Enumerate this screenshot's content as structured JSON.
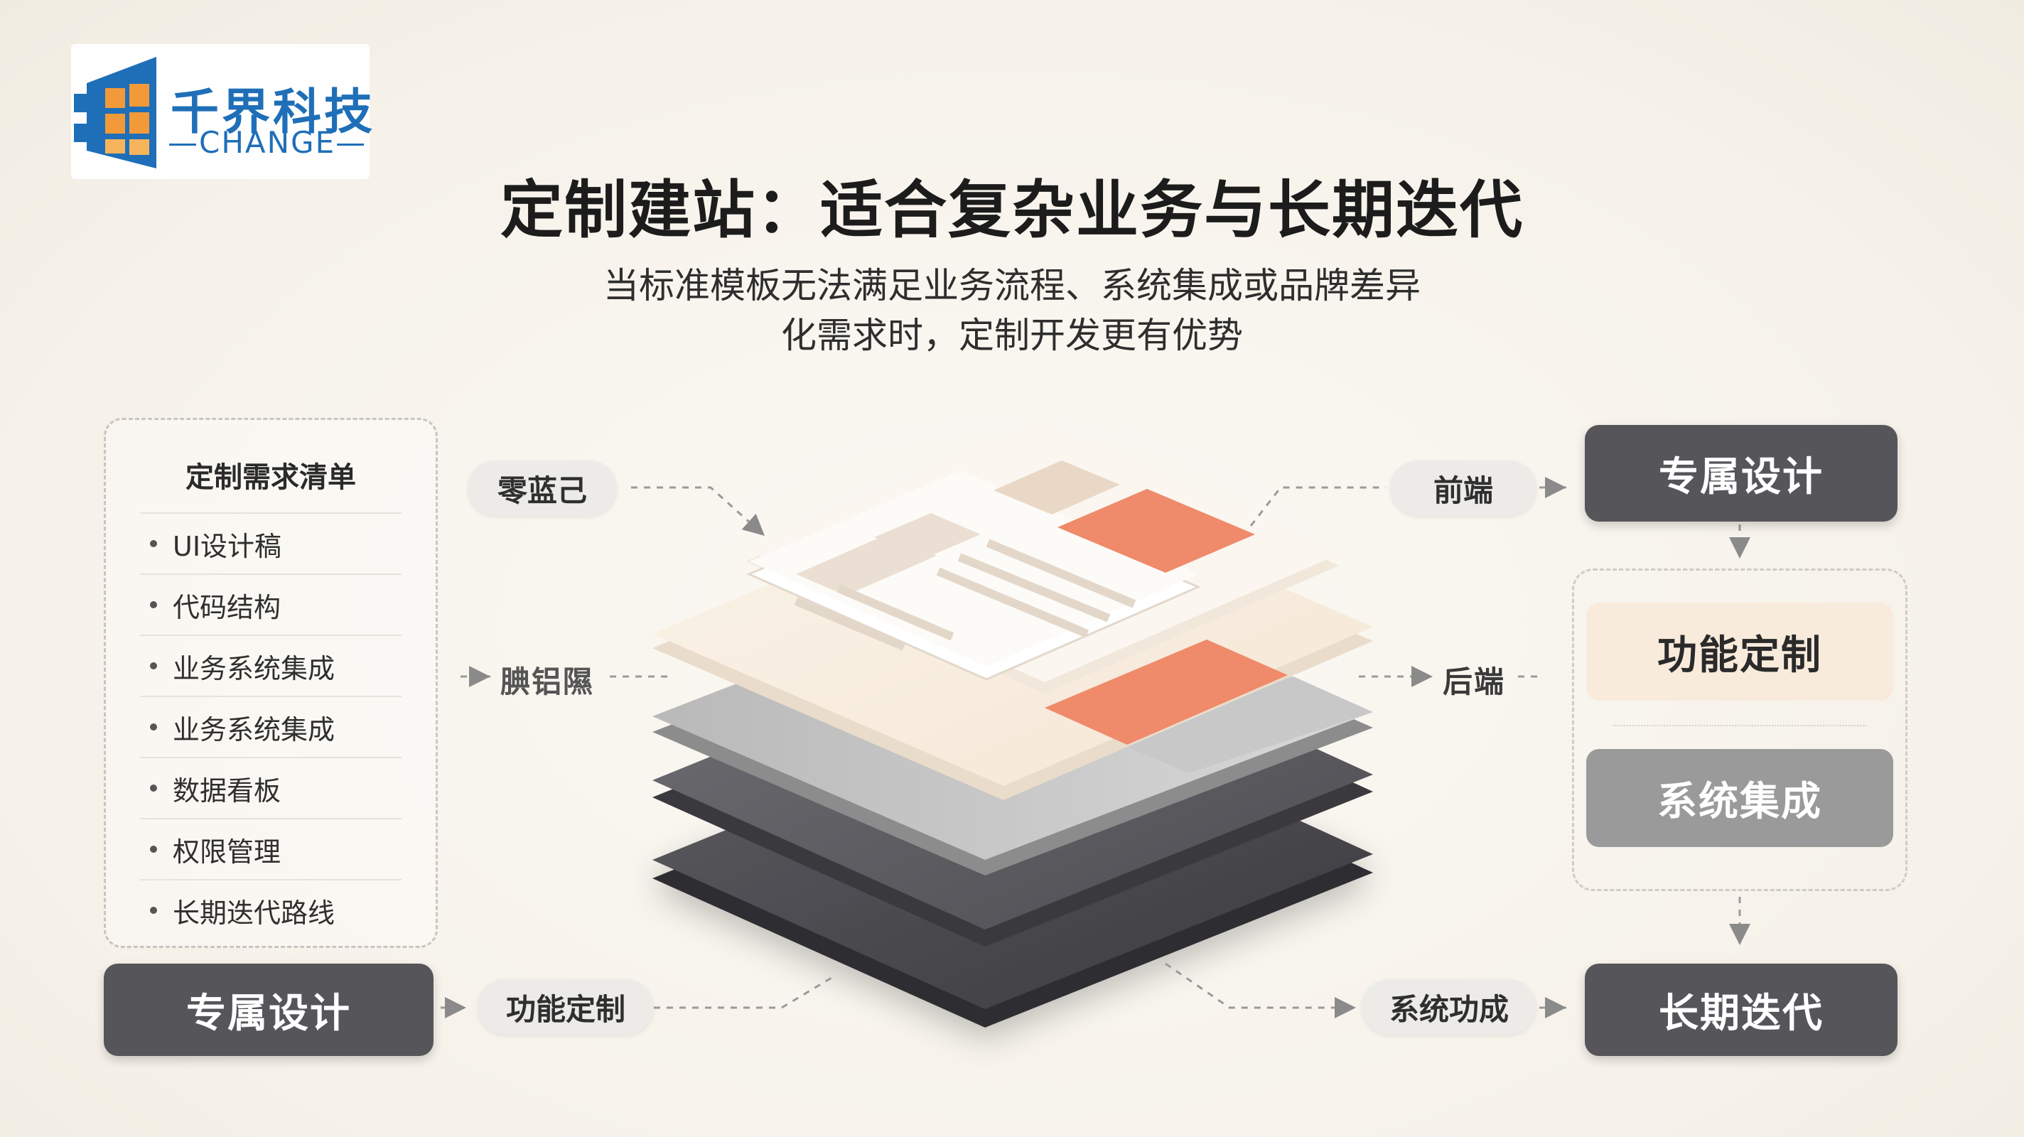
{
  "logo": {
    "name": "千界科技",
    "en": "—CHANGE—"
  },
  "title": "定制建站：适合复杂业务与长期迭代",
  "subtitle": {
    "line1": "当标准模板无法满足业务流程、系统集成或品牌差异",
    "line2": "化需求时，定制开发更有优势"
  },
  "checklist": {
    "title": "定制需求清单",
    "items": [
      "UI设计稿",
      "代码结构",
      "业务系统集成",
      "业务系统集成",
      "数据看板",
      "权限管理",
      "长期迭代路线"
    ]
  },
  "left": {
    "pill_top": "零蓝己",
    "label_mid": "腆铝隰",
    "bottom_button": "专属设计",
    "bottom_pill": "功能定制"
  },
  "right": {
    "pill_frontend": "前端",
    "label_backend": "后端",
    "pill_integration": "系统功成",
    "top_button": "专属设计",
    "feature_card": "功能定制",
    "integration_card": "系统集成",
    "bottom_button": "长期迭代"
  },
  "colors": {
    "accent": "#ef8a6b",
    "dark": "#55555a",
    "cream": "#f9ebdc",
    "brand": "#1f6fb8"
  }
}
